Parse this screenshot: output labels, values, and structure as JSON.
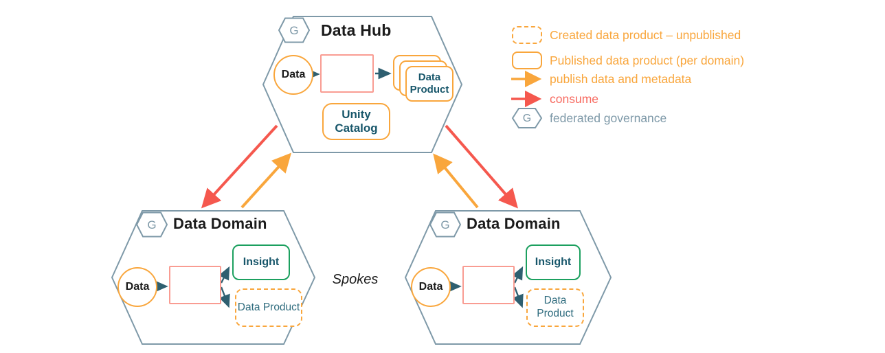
{
  "colors": {
    "yellow": "#F9A63C",
    "red": "#F5584E",
    "slate": "#7E99A8",
    "teal": "#17566A",
    "teal-soft": "#2F6C7E",
    "green": "#1CA05F",
    "logored": "#F8503F",
    "dbbox": "#F99C92",
    "smallarrow": "#2E5F70",
    "ink": "#1B1B1B"
  },
  "hub": {
    "badge": "G",
    "title": "Data Hub",
    "data": "Data",
    "product": "Data Product",
    "catalog": "Unity Catalog"
  },
  "domains": [
    {
      "badge": "G",
      "title": "Data Domain",
      "data": "Data",
      "insight": "Insight",
      "product": "Data Product"
    },
    {
      "badge": "G",
      "title": "Data Domain",
      "data": "Data",
      "insight": "Insight",
      "product": "Data Product"
    }
  ],
  "spokes_label": "Spokes",
  "legend": {
    "items": [
      {
        "label": "Created data product – unpublished",
        "swatch": "dashed-box"
      },
      {
        "label": "Published data product (per domain)",
        "swatch": "solid-box"
      },
      {
        "label": "publish data and metadata",
        "swatch": "yellow-arrow"
      },
      {
        "label": "consume",
        "swatch": "red-arrow"
      },
      {
        "label": "federated governance",
        "swatch": "governance-hexagon",
        "badge": "G"
      }
    ]
  }
}
